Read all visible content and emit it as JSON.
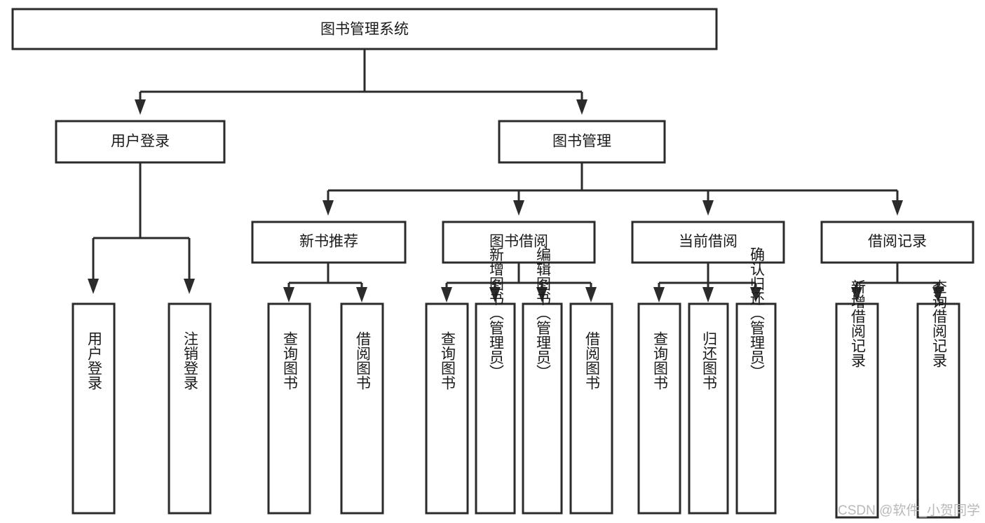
{
  "diagram": {
    "title": "图书管理系统",
    "type": "tree-hierarchy-diagram",
    "colors": {
      "box_stroke": "#2b2b2b",
      "box_fill": "#ffffff",
      "text": "#1a1a1a",
      "background": "#ffffff",
      "watermark": "#b9b9b9"
    },
    "root": {
      "label": "图书管理系统"
    },
    "level1": [
      {
        "label": "用户登录"
      },
      {
        "label": "图书管理"
      }
    ],
    "level2": [
      {
        "label": "新书推荐"
      },
      {
        "label": "图书借阅"
      },
      {
        "label": "当前借阅"
      },
      {
        "label": "借阅记录"
      }
    ],
    "leaves": {
      "user_login": [
        {
          "label": "用户登录"
        },
        {
          "label": "注销登录"
        }
      ],
      "new_book_recommend": [
        {
          "label": "查询图书"
        },
        {
          "label": "借阅图书"
        }
      ],
      "book_borrow": [
        {
          "label": "查询图书"
        },
        {
          "label": "新增图书（管理员）"
        },
        {
          "label": "编辑图书（管理员）"
        },
        {
          "label": "借阅图书"
        }
      ],
      "current_borrow": [
        {
          "label": "查询图书"
        },
        {
          "label": "归还图书"
        },
        {
          "label": "确认归还（管理员）"
        }
      ],
      "borrow_record": [
        {
          "label": "新增借阅记录"
        },
        {
          "label": "查询借阅记录"
        }
      ]
    }
  },
  "watermark": {
    "text": "CSDN @软件_小贺同学"
  }
}
